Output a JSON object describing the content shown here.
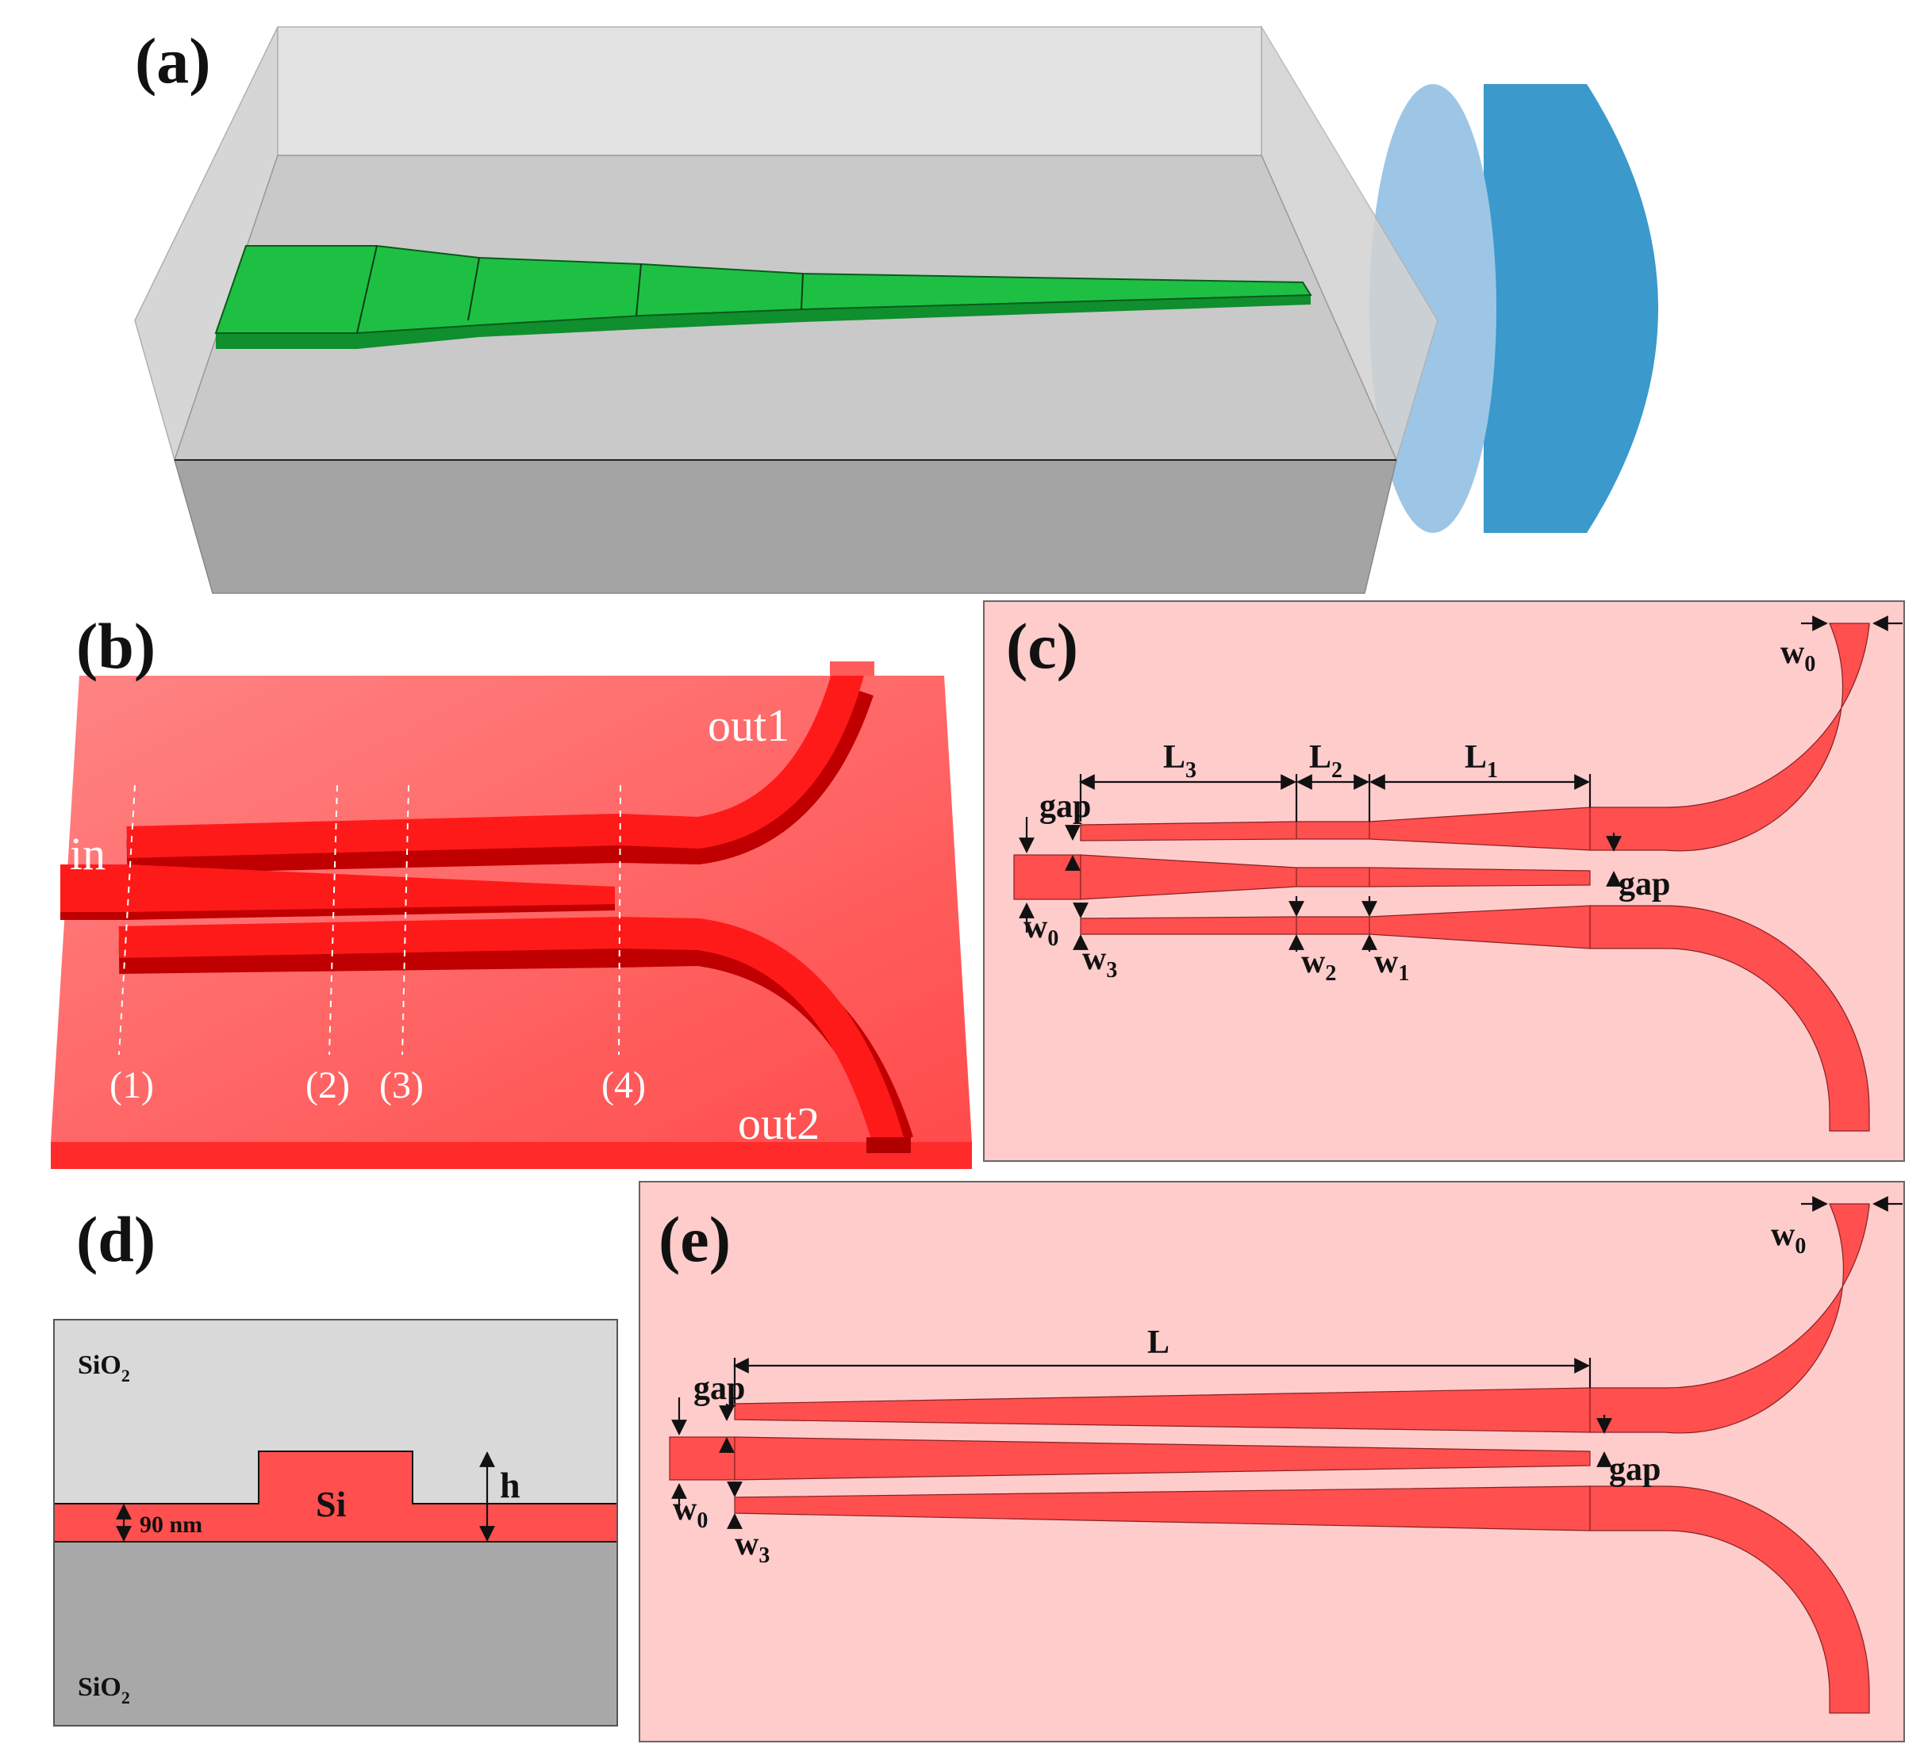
{
  "colors": {
    "taper_green": "#1ec044",
    "fiber_blue": "#3b99cc",
    "waveguide_red": "#ff1a1a",
    "panel_pink": "#ffcccc",
    "device_red": "#ff4f4f",
    "oxide_light": "#d9d9d9",
    "oxide_dark": "#a8a8a8"
  },
  "panel_a": {
    "label": "(a)"
  },
  "panel_b": {
    "label": "(b)",
    "port_in": "in",
    "port_out1": "out1",
    "port_out2": "out2",
    "cuts": [
      "(1)",
      "(2)",
      "(3)",
      "(4)"
    ]
  },
  "panel_c": {
    "label": "(c)",
    "L3": "L",
    "L3_sub": "3",
    "L2": "L",
    "L2_sub": "2",
    "L1": "L",
    "L1_sub": "1",
    "gap_top": "gap",
    "gap_bottom": "gap",
    "w0_top": "w",
    "w0_top_sub": "0",
    "w0_left": "w",
    "w0_left_sub": "0",
    "w3": "w",
    "w3_sub": "3",
    "w2": "w",
    "w2_sub": "2",
    "w1": "w",
    "w1_sub": "1"
  },
  "panel_d": {
    "label": "(d)",
    "oxide_top": "SiO",
    "oxide_top_sub": "2",
    "oxide_bottom": "SiO",
    "oxide_bottom_sub": "2",
    "core": "Si",
    "slab": "90 nm",
    "height": "h"
  },
  "panel_e": {
    "label": "(e)",
    "L": "L",
    "gap_top": "gap",
    "gap_bottom": "gap",
    "w0_top": "w",
    "w0_top_sub": "0",
    "w0_left": "w",
    "w0_left_sub": "0",
    "w3": "w",
    "w3_sub": "3"
  }
}
